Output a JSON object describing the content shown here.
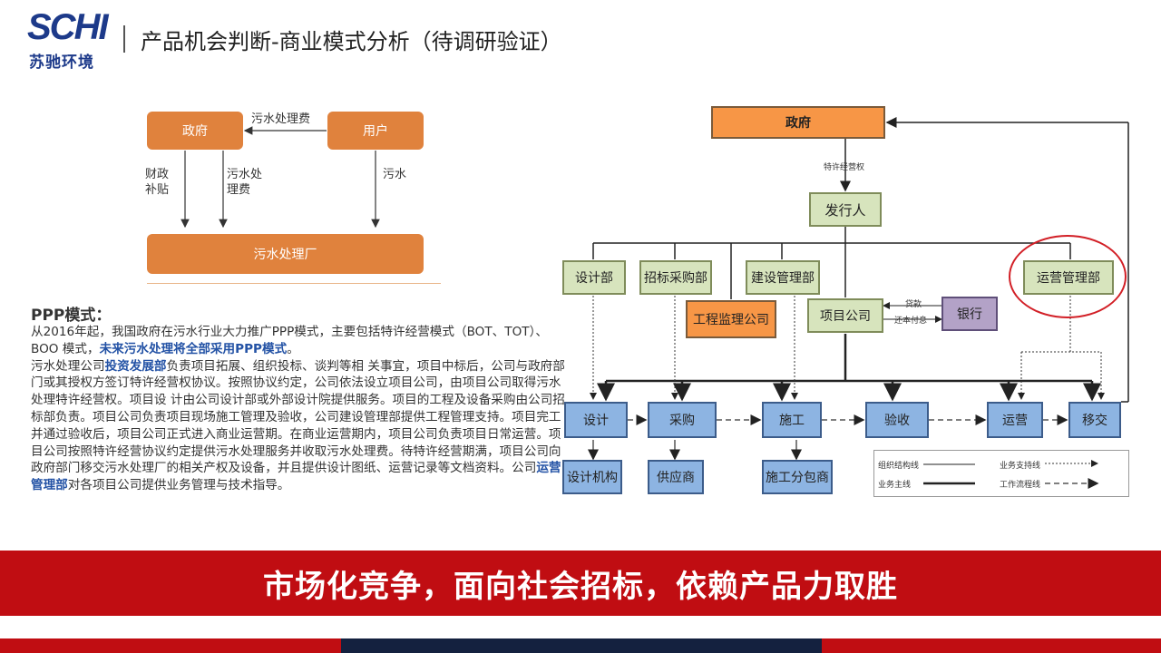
{
  "logo": {
    "mark": "SCHI",
    "name": "苏驰环境"
  },
  "header": {
    "title": "产品机会判断-商业模式分析（待调研验证）"
  },
  "left_diagram": {
    "government": "政府",
    "user": "用户",
    "plant": "污水处理厂",
    "fee_top": "污水处理费",
    "subsidy": "财政\n补贴",
    "fee_side": "污水处\n理费",
    "sewage": "污水"
  },
  "ppp": {
    "heading": "PPP模式：",
    "p1_a": "从2016年起，我国政府在污水行业大力推广PPP模式，主要包括特许经营模式（BOT、TOT）、BOO 模式，",
    "p1_hl": "未来污水处理将全部采用PPP模式",
    "p1_b": "。",
    "p2_a": "污水处理公司",
    "p2_hl1": "投资发展部",
    "p2_b": "负责项目拓展、组织投标、谈判等相 关事宜，项目中标后，公司与政府部门或其授权方签订特许经营权协议。按照协议约定，公司依法设立项目公司，由项目公司取得污水处理特许经营权。项目设 计由公司设计部或外部设计院提供服务。项目的工程及设备采购由公司招标部负责。项目公司负责项目现场施工管理及验收，公司建设管理部提供工程管理支持。项目完工并通过验收后，项目公司正式进入商业运营期。在商业运营期内，项目公司负责项目日常运营。项目公司按照特许经营协议约定提供污水处理服务并收取污水处理费。待特许经营期满，项目公司向政府部门移交污水处理厂的相关产权及设备，并且提供设计图纸、运营记录等文档资料。公司",
    "p2_hl2": "运营管理部",
    "p2_c": "对各项目公司提供业务管理与技术指导。"
  },
  "right_diagram": {
    "government": "政府",
    "franchise": "特许经营权",
    "issuer": "发行人",
    "design_dept": "设计部",
    "bidding_dept": "招标采购部",
    "construction_dept": "建设管理部",
    "ops_dept": "运营管理部",
    "supervision": "工程监理公司",
    "project_company": "项目公司",
    "bank": "银行",
    "loan": "贷款",
    "repay": "还本付息",
    "stage_design": "设计",
    "stage_procure": "采购",
    "stage_build": "施工",
    "stage_accept": "验收",
    "stage_operate": "运营",
    "stage_transfer": "移交",
    "design_org": "设计机构",
    "supplier": "供应商",
    "subcontractor": "施工分包商",
    "legend_org": "组织结构线",
    "legend_main": "业务主线",
    "legend_support": "业务支持线",
    "legend_flow": "工作流程线"
  },
  "banner": {
    "text": "市场化竞争，面向社会招标，依赖产品力取胜"
  },
  "colors": {
    "brand_blue": "#1d3a8a",
    "banner_red": "#c00d12",
    "box_orange": "#e0823d",
    "navy": "#14213f"
  }
}
